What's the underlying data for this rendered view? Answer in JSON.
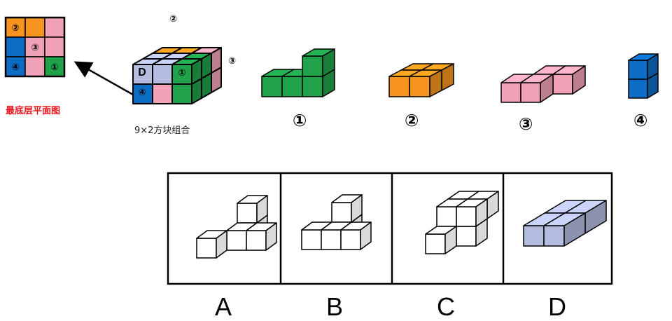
{
  "floor_plan": {
    "title": "最底层平面图",
    "cells": [
      {
        "color": "#F5941E",
        "label": "②"
      },
      {
        "color": "#F5941E",
        "label": ""
      },
      {
        "color": "#F2A2B6",
        "label": ""
      },
      {
        "color": "#0D6CC4",
        "label": ""
      },
      {
        "color": "#F2A2B6",
        "label": "③"
      },
      {
        "color": "#F2A2B6",
        "label": ""
      },
      {
        "color": "#0D6CC4",
        "label": "④"
      },
      {
        "color": "#F2A2B6",
        "label": ""
      },
      {
        "color": "#1FA24A",
        "label": "①"
      }
    ]
  },
  "combo": {
    "caption": "9×2方块组合",
    "label_top": "②",
    "label_right": "③",
    "label_d": "D",
    "label_front_green": "①",
    "label_front_blue": "④"
  },
  "pieces": [
    {
      "label": "①",
      "color": "#1FA24A"
    },
    {
      "label": "②",
      "color": "#F5941E"
    },
    {
      "label": "③",
      "color": "#F2A2B6"
    },
    {
      "label": "④",
      "color": "#0D6CC4"
    }
  ],
  "options": [
    {
      "letter": "A"
    },
    {
      "letter": "B"
    },
    {
      "letter": "C"
    },
    {
      "letter": "D",
      "color": "#B4BDE0"
    }
  ]
}
